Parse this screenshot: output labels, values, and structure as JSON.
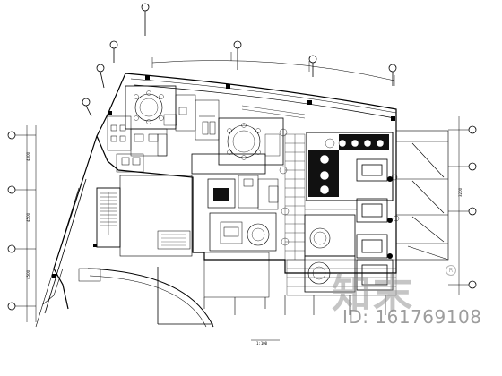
{
  "drawing": {
    "type": "architectural floor plan",
    "scale_label": "1:100",
    "dimension_labels": {
      "left_top": "4300",
      "left_mid": "4500",
      "left_bottom": "4500",
      "right_mid": "3200"
    }
  },
  "watermark": {
    "logo_text": "知末",
    "id_text": "ID: 161769108"
  },
  "colors": {
    "line": "#000000",
    "background": "#ffffff",
    "watermark": "#969696"
  }
}
